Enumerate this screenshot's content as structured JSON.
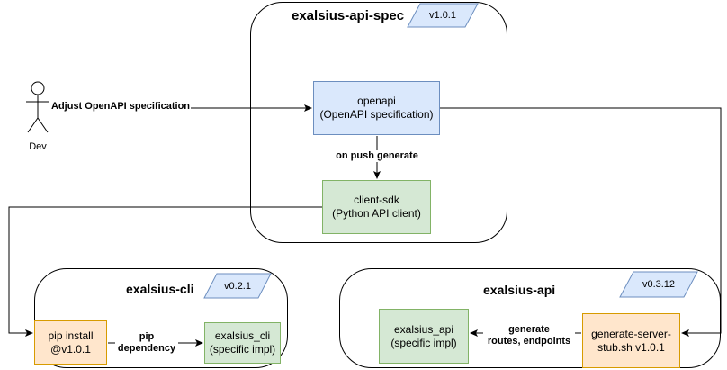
{
  "actor": {
    "label": "Dev",
    "edge_label": "Adjust OpenAPI specification"
  },
  "groups": {
    "api_spec": {
      "title": "exalsius-api-spec",
      "version": "v1.0.1"
    },
    "cli": {
      "title": "exalsius-cli",
      "version": "v0.2.1"
    },
    "api": {
      "title": "exalsius-api",
      "version": "v0.3.12"
    }
  },
  "nodes": {
    "openapi": {
      "line1": "openapi",
      "line2": "(OpenAPI specification)"
    },
    "client_sdk": {
      "line1": "client-sdk",
      "line2": "(Python API client)"
    },
    "pip_install": {
      "line1": "pip install",
      "line2": "@v1.0.1"
    },
    "exalsius_cli": {
      "line1": "exalsius_cli",
      "line2": "(specific impl)"
    },
    "exalsius_api": {
      "line1": "exalsius_api",
      "line2": "(specific impl)"
    },
    "generate_stub": {
      "line1": "generate-server-",
      "line2": "stub.sh v1.0.1"
    }
  },
  "edges": {
    "on_push_generate": "on push generate",
    "pip_dependency": {
      "line1": "pip",
      "line2": "dependency"
    },
    "generate_routes": {
      "line1": "generate",
      "line2": "routes, endpoints"
    }
  },
  "colors": {
    "blue_fill": "#dae8fc",
    "blue_stroke": "#6c8ebf",
    "green_fill": "#d5e8d4",
    "green_stroke": "#82b366",
    "orange_fill": "#ffe6cc",
    "orange_stroke": "#d79b00"
  }
}
